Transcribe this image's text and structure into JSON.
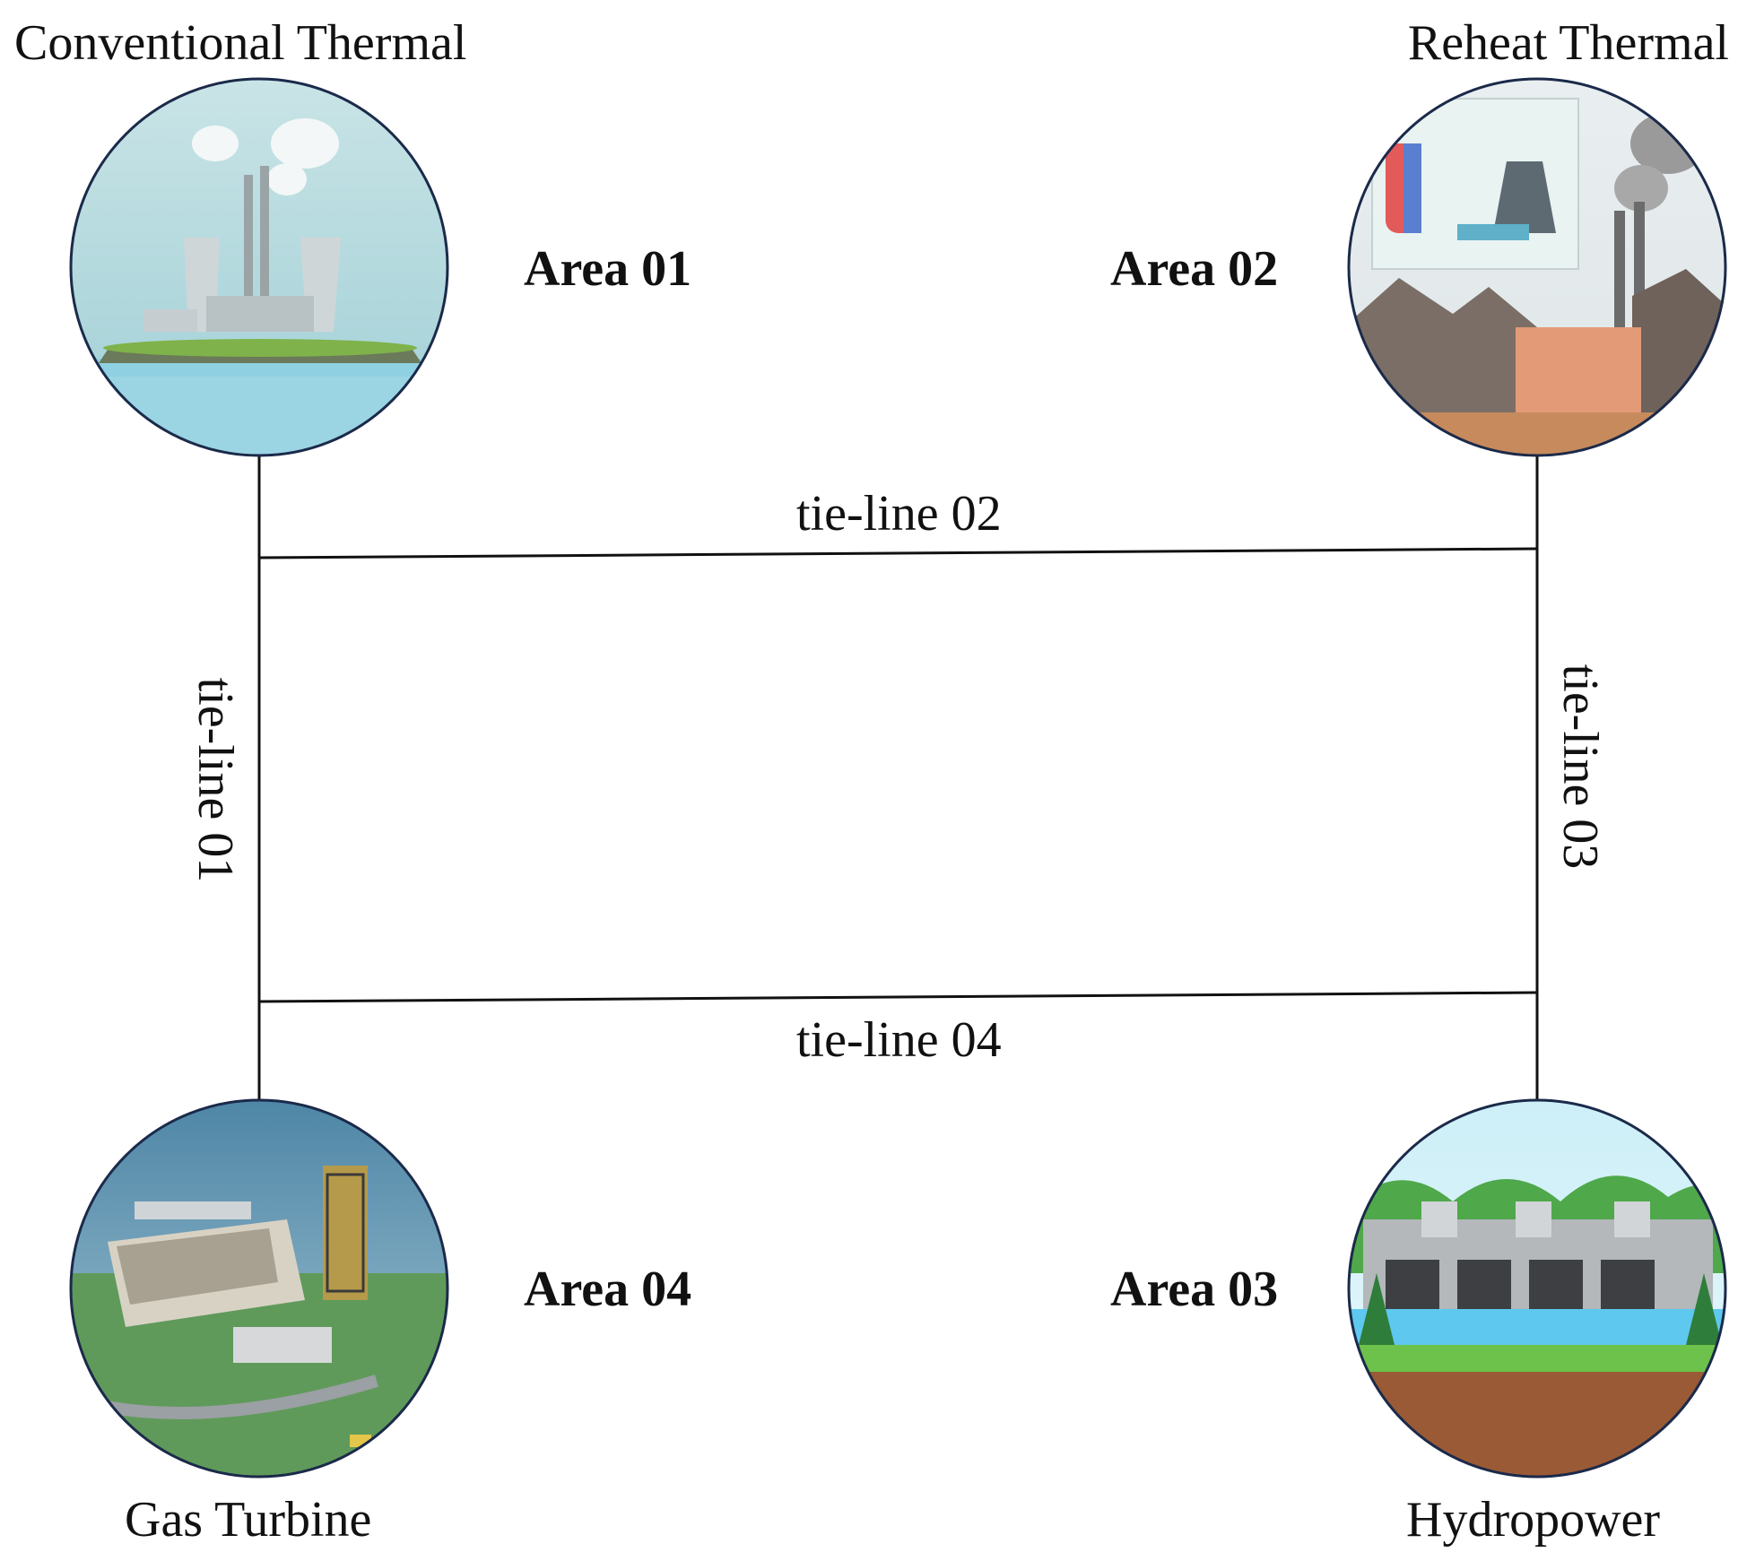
{
  "areas": [
    {
      "id": "area-01",
      "label": "Area 01",
      "plant": "Conventional Thermal"
    },
    {
      "id": "area-02",
      "label": "Area 02",
      "plant": "Reheat Thermal"
    },
    {
      "id": "area-03",
      "label": "Area 03",
      "plant": "Hydropower"
    },
    {
      "id": "area-04",
      "label": "Area 04",
      "plant": "Gas Turbine"
    }
  ],
  "tie_lines": [
    {
      "label": "tie-line 01",
      "from": "Area 01",
      "to": "Area 04"
    },
    {
      "label": "tie-line 02",
      "from": "Area 01",
      "to": "Area 02"
    },
    {
      "label": "tie-line 03",
      "from": "Area 02",
      "to": "Area 03"
    },
    {
      "label": "tie-line 04",
      "from": "Area 04",
      "to": "Area 03"
    }
  ],
  "colors": {
    "line": "#111111",
    "circle_border": "#1b2a4a"
  }
}
